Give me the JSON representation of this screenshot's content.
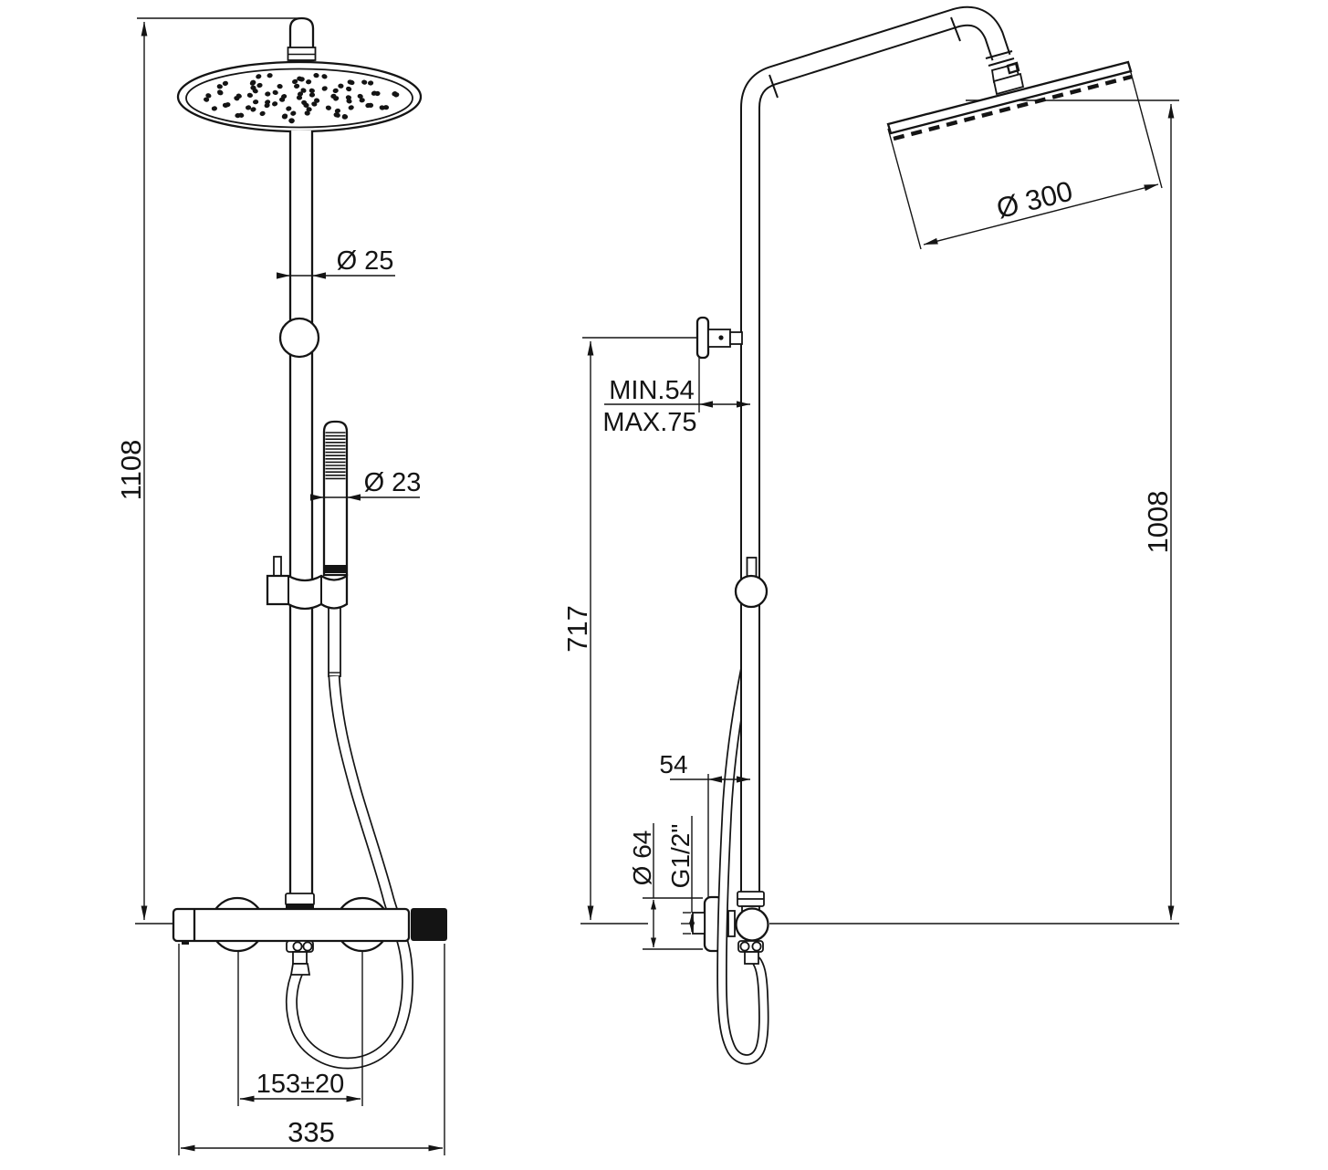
{
  "drawing": {
    "background": "#ffffff",
    "line_color": "#141414",
    "front_view": {
      "overall_height": "1108",
      "riser_diameter": "Ø 25",
      "handshower_diameter": "Ø 23",
      "outlet_spacing": "153±20",
      "overall_width": "335"
    },
    "side_view": {
      "height_to_head": "1008",
      "bracket_height": "717",
      "wall_clearance_min": "MIN.54",
      "wall_clearance_max": "MAX.75",
      "head_diameter": "Ø 300",
      "lower_wall_offset": "54",
      "escutcheon_diameter": "Ø 64",
      "thread_size": "G1/2\""
    }
  }
}
